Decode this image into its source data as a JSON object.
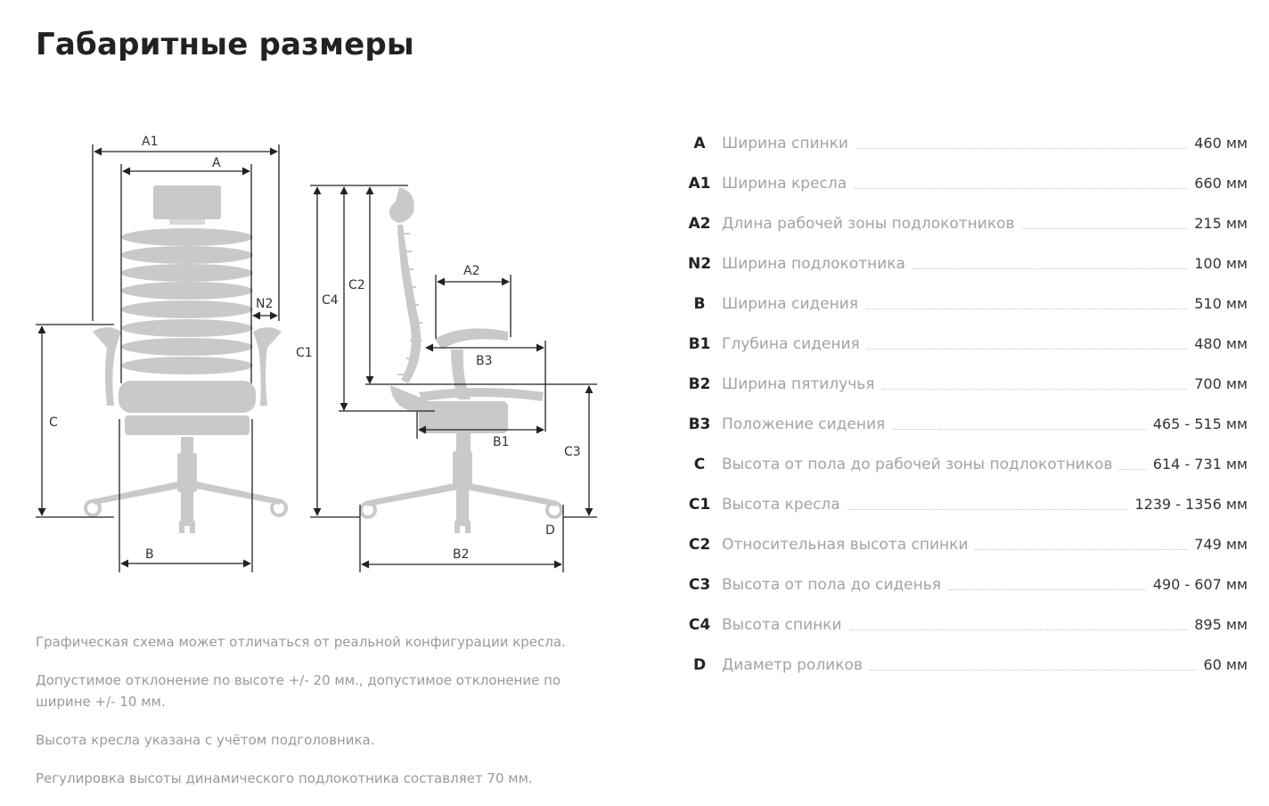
{
  "title": "Габаритные размеры",
  "diagram": {
    "front": {
      "A1": "A1",
      "A": "A",
      "N2": "N2",
      "C": "C",
      "B": "B"
    },
    "side": {
      "C1": "C1",
      "C4": "C4",
      "C2": "C2",
      "A2": "A2",
      "B3": "B3",
      "B1": "B1",
      "C3": "C3",
      "D": "D",
      "B2": "B2"
    }
  },
  "notes": [
    "Графическая схема может отличаться от реальной конфигурации кресла.",
    "Допустимое отклонение по высоте +/- 20 мм., допустимое отклонение по ширине +/- 10 мм.",
    "Высота кресла указана с учётом подголовника.",
    "Регулировка высоты динамического подлокотника составляет 70 мм."
  ],
  "specs": [
    {
      "code": "A",
      "label": "Ширина спинки",
      "value": "460 мм"
    },
    {
      "code": "A1",
      "label": "Ширина кресла",
      "value": "660 мм"
    },
    {
      "code": "A2",
      "label": "Длина рабочей зоны подлокотников",
      "value": "215 мм"
    },
    {
      "code": "N2",
      "label": "Ширина подлокотника",
      "value": "100 мм"
    },
    {
      "code": "B",
      "label": "Ширина сидения",
      "value": "510 мм"
    },
    {
      "code": "B1",
      "label": "Глубина сидения",
      "value": "480 мм"
    },
    {
      "code": "B2",
      "label": "Ширина пятилучья",
      "value": "700 мм"
    },
    {
      "code": "B3",
      "label": "Положение сидения",
      "value": "465 - 515 мм"
    },
    {
      "code": "C",
      "label": "Высота от пола до рабочей зоны подлокотников",
      "value": "614 - 731 мм"
    },
    {
      "code": "C1",
      "label": "Высота кресла",
      "value": "1239 - 1356 мм"
    },
    {
      "code": "C2",
      "label": "Относительная высота спинки",
      "value": "749 мм"
    },
    {
      "code": "C3",
      "label": "Высота от пола до сиденья",
      "value": "490 - 607 мм"
    },
    {
      "code": "C4",
      "label": "Высота спинки",
      "value": "895 мм"
    },
    {
      "code": "D",
      "label": "Диаметр роликов",
      "value": "60 мм"
    }
  ]
}
